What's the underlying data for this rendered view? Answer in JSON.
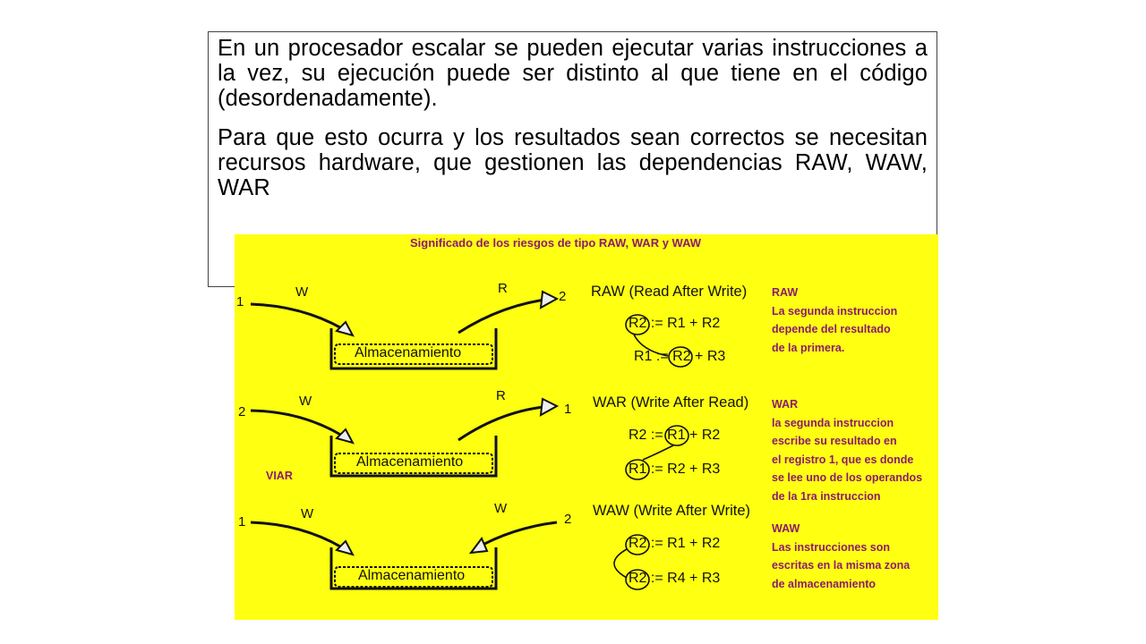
{
  "text": {
    "paragraph1": "En un procesador escalar se pueden ejecutar varias instrucciones a la vez, su ejecución puede ser distinto al que tiene en el código (desordenadamente).",
    "paragraph2": "Para que esto ocurra y los resultados sean correctos se necesitan recursos hardware, que gestionen las dependencias RAW, WAW, WAR"
  },
  "figure": {
    "title": "Significado de los riesgos de tipo RAW, WAR y WAW",
    "storage_label": "Almacenamiento",
    "stray_label": "VIAR",
    "colors": {
      "background": "#ffff12",
      "annotation": "#8a1c6e"
    },
    "hazards": [
      {
        "left_num": "1",
        "left_letter": "W",
        "right_letter": "R",
        "right_num": "2",
        "title": "RAW (Read After Write)",
        "eq1": "R2 := R1 + R2",
        "eq2": "R1 := R2 + R3",
        "note_title": "RAW",
        "note_body": "La segunda instruccion\ndepende del resultado\nde la primera."
      },
      {
        "left_num": "2",
        "left_letter": "W",
        "right_letter": "R",
        "right_num": "1",
        "title": "WAR (Write After Read)",
        "eq1": "R2 := R1 + R2",
        "eq2": "R1 := R2 + R3",
        "note_title": "WAR",
        "note_body": "la segunda instruccion\nescribe su resultado en\nel registro 1, que es donde\nse lee uno de los operandos\nde la 1ra instruccion"
      },
      {
        "left_num": "1",
        "left_letter": "W",
        "right_letter": "W",
        "right_num": "2",
        "title": "WAW (Write After Write)",
        "eq1": "R2 := R1 + R2",
        "eq2": "R2 := R4 + R3",
        "note_title": "WAW",
        "note_body": "Las instrucciones son\nescritas en la misma zona\nde almacenamiento"
      }
    ]
  }
}
